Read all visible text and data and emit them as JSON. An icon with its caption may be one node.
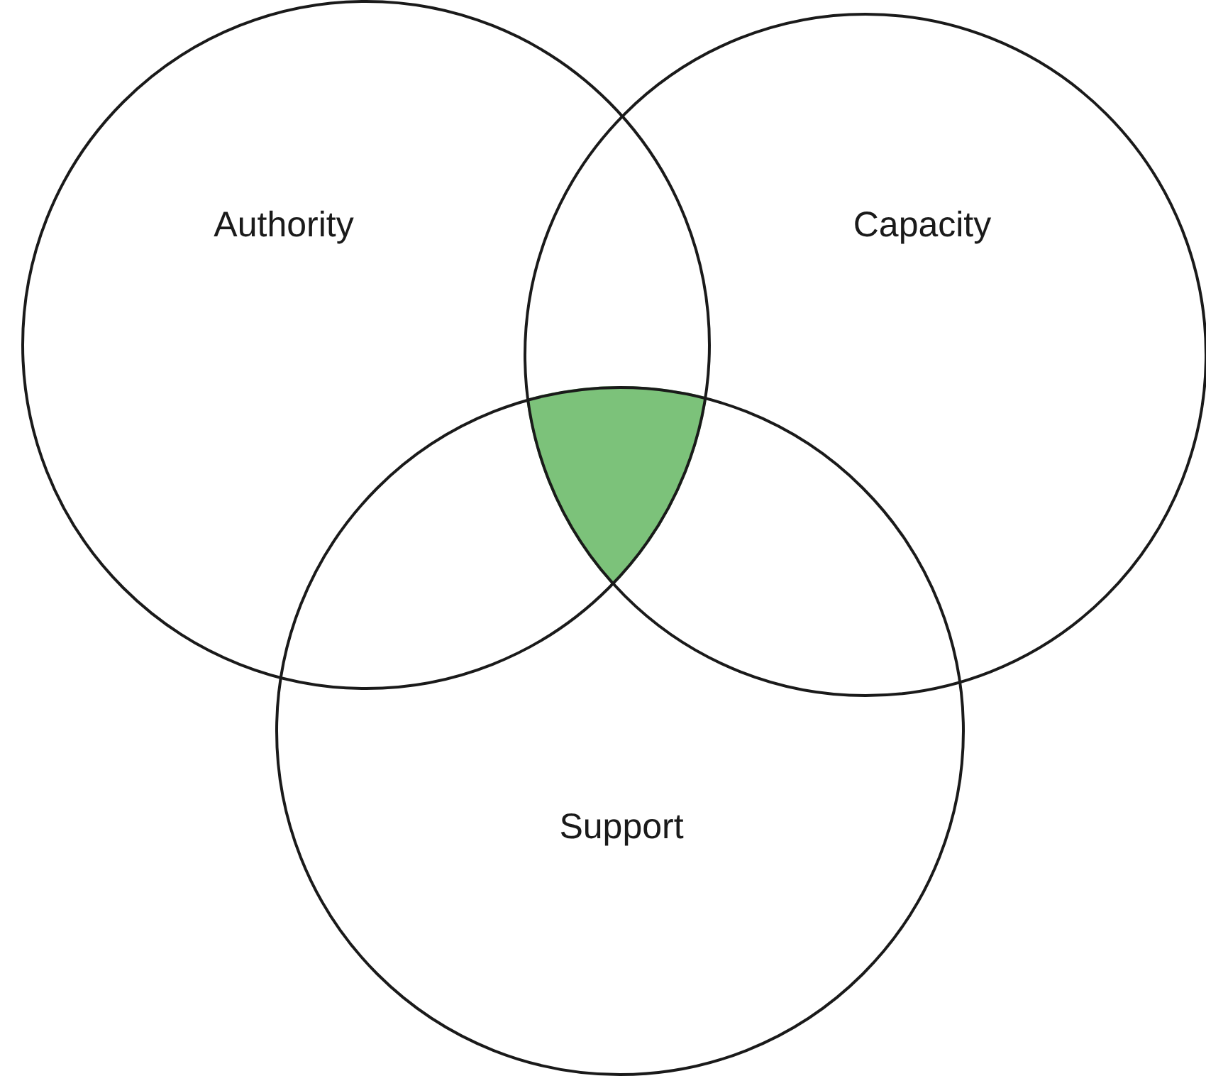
{
  "diagram": {
    "nodes": [
      {
        "text": [
          "Authority"
        ]
      },
      {
        "text": [
          "Capacity"
        ]
      },
      {
        "text": [
          "Support"
        ]
      },
      {
        "text": [],
        "shape": "region"
      }
    ]
  }
}
